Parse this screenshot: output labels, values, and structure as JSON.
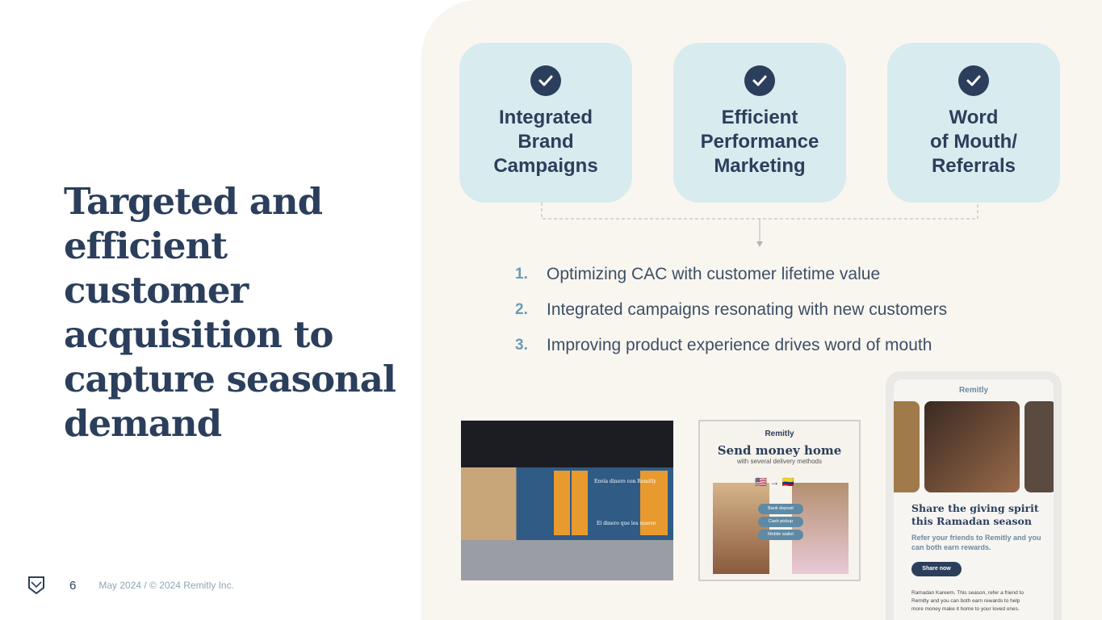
{
  "slide": {
    "title": "Targeted and efficient customer acquisition to capture seasonal demand",
    "page_number": "6",
    "footer": "May 2024 / © 2024 Remitly Inc."
  },
  "pillars": [
    {
      "label": "Integrated\nBrand\nCampaigns",
      "icon": "check-circle-icon"
    },
    {
      "label": "Efficient\nPerformance\nMarketing",
      "icon": "check-circle-icon"
    },
    {
      "label": "Word\nof Mouth/\nReferrals",
      "icon": "check-circle-icon"
    }
  ],
  "points": [
    {
      "num": "1.",
      "text": "Optimizing CAC with customer lifetime value"
    },
    {
      "num": "2.",
      "text": "Integrated campaigns resonating with new customers"
    },
    {
      "num": "3.",
      "text": "Improving product experience drives word of mouth"
    }
  ],
  "train_ad": {
    "line1": "Envía dinero con Remitly",
    "line2": "El dinero que les mueve"
  },
  "print_ad": {
    "logo": "Remitly",
    "headline": "Send money home",
    "sub": "with several delivery methods",
    "options": [
      "Bank deposit",
      "Cash pickup",
      "Mobile wallet"
    ]
  },
  "email_ad": {
    "logo": "Remitly",
    "headline": "Share the giving spirit this Ramadan season",
    "sub": "Refer your friends to Remitly and you can both earn rewards.",
    "button": "Share now",
    "body": "Ramadan Kareem. This season, refer a friend to Remitly and you can both earn rewards to help more money make it home to your loved ones."
  },
  "colors": {
    "navy": "#2b3f5c",
    "box": "#d8ebef",
    "panel": "#f9f6f0",
    "accent": "#6b9bb5"
  }
}
